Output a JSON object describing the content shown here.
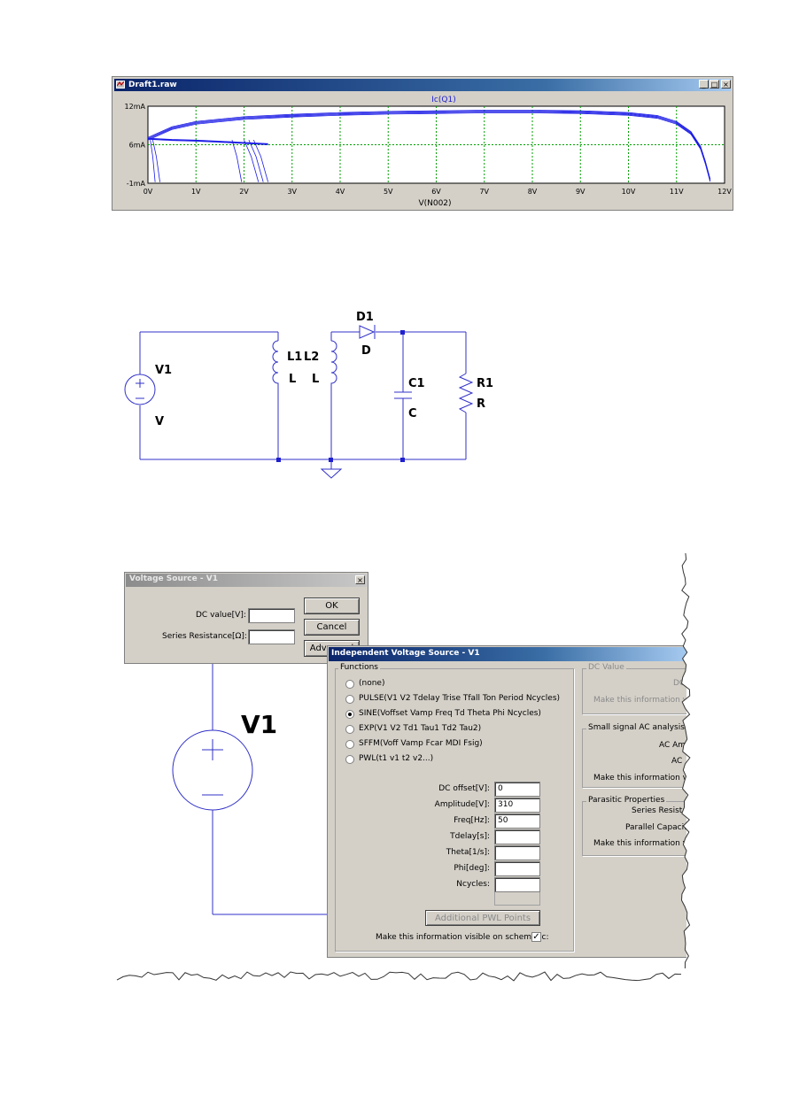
{
  "plot_window": {
    "title": "Draft1.raw",
    "buttons": [
      "_",
      "□",
      "×"
    ]
  },
  "chart_data": {
    "type": "line",
    "title": "Ic(Q1)",
    "xlabel": "V(N002)",
    "ylabel": "",
    "x_ticks": [
      "0V",
      "1V",
      "2V",
      "3V",
      "4V",
      "5V",
      "6V",
      "7V",
      "8V",
      "9V",
      "10V",
      "11V",
      "12V"
    ],
    "y_ticks": [
      "12mA",
      "6mA",
      "-1mA"
    ],
    "xlim": [
      0,
      12
    ],
    "ylim": [
      -1,
      12
    ],
    "grid": true,
    "series_color": "#1a1ae6",
    "upper_curve": {
      "x": [
        0,
        0.5,
        1,
        2,
        3,
        4,
        5,
        6,
        7,
        8,
        9,
        10,
        10.6,
        11,
        11.3,
        11.5,
        11.6,
        11.7
      ],
      "y": [
        6.5,
        8.3,
        9.2,
        10.0,
        10.4,
        10.7,
        10.9,
        11.0,
        11.1,
        11.1,
        11.0,
        10.7,
        10.2,
        9.2,
        7.5,
        5.0,
        2.5,
        -0.5
      ]
    },
    "lower_curve": {
      "x": [
        0,
        0.5,
        1,
        1.5,
        2,
        2.5
      ],
      "y": [
        6.5,
        6.3,
        6.2,
        6.0,
        5.8,
        5.6
      ]
    }
  },
  "schematic": {
    "v1": {
      "name": "V1",
      "value": "V"
    },
    "l1": {
      "name": "L1",
      "value": "L"
    },
    "l2": {
      "name": "L2",
      "value": "L"
    },
    "d1": {
      "name": "D1",
      "value": "D"
    },
    "c1": {
      "name": "C1",
      "value": "C"
    },
    "r1": {
      "name": "R1",
      "value": "R"
    }
  },
  "voltage_dialog": {
    "title": "Voltage Source - V1",
    "dc_label": "DC value[V]:",
    "dc_value": "",
    "series_label": "Series Resistance[Ω]:",
    "series_value": "",
    "ok": "OK",
    "cancel": "Cancel",
    "advanced": "Advanced"
  },
  "bg_schematic": {
    "v1_label": "V1"
  },
  "ivs_dialog": {
    "title": "Independent Voltage Source - V1",
    "functions_label": "Functions",
    "options": [
      "(none)",
      "PULSE(V1 V2 Tdelay Trise Tfall Ton Period Ncycles)",
      "SINE(Voffset Vamp Freq Td Theta Phi Ncycles)",
      "EXP(V1 V2 Td1 Tau1 Td2 Tau2)",
      "SFFM(Voff Vamp Fcar MDI Fsig)",
      "PWL(t1 v1 t2 v2...)"
    ],
    "selected_index": 2,
    "fields": [
      {
        "label": "DC offset[V]:",
        "value": "0"
      },
      {
        "label": "Amplitude[V]:",
        "value": "310"
      },
      {
        "label": "Freq[Hz]:",
        "value": "50"
      },
      {
        "label": "Tdelay[s]:",
        "value": ""
      },
      {
        "label": "Theta[1/s]:",
        "value": ""
      },
      {
        "label": "Phi[deg]:",
        "value": ""
      },
      {
        "label": "Ncycles:",
        "value": ""
      }
    ],
    "pwl_button": "Additional PWL Points",
    "visible_label": "Make this information visible on schematic:",
    "visible_checked": true,
    "dc_group": {
      "label": "DC Value",
      "dc": "DC",
      "make_visible": "Make this information vis"
    },
    "ac_group": {
      "label": "Small signal AC analysis(AC",
      "amp": "AC Am",
      "phase": "AC",
      "make_visible": "Make this information visi"
    },
    "parasitic_group": {
      "label": "Parasitic Properties",
      "series": "Series Resistar",
      "parallel": "Parallel Capacit",
      "make_visible": "Make this information visi"
    }
  }
}
